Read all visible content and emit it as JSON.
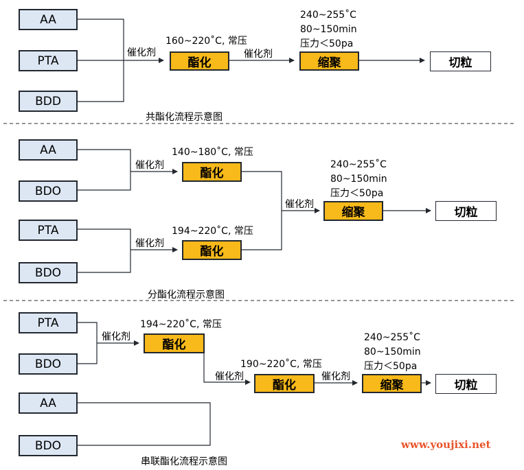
{
  "sections": [
    {
      "caption": "共酯化流程示意图",
      "inputs": [
        "AA",
        "PTA",
        "BDD"
      ],
      "catalyst": "催化剂",
      "ester": {
        "label": "酯化",
        "condition": "160~220˚C, 常压"
      },
      "catalyst2": "催化剂",
      "poly": {
        "label": "缩聚",
        "conditions": [
          "240~255˚C",
          "80~150min",
          "压力＜50pa"
        ]
      },
      "cut": "切粒"
    },
    {
      "caption": "分酯化流程示意图",
      "inputs": [
        "AA",
        "BDO",
        "PTA",
        "BDO"
      ],
      "catalyst_a": "催化剂",
      "ester_a": {
        "label": "酯化",
        "condition": "140~180˚C, 常压"
      },
      "catalyst_b": "催化剂",
      "ester_b": {
        "label": "酯化",
        "condition": "194~220˚C, 常压"
      },
      "catalyst_c": "催化剂",
      "poly": {
        "label": "缩聚",
        "conditions": [
          "240~255˚C",
          "80~150min",
          "压力＜50pa"
        ]
      },
      "cut": "切粒"
    },
    {
      "caption": "串联酯化流程示意图",
      "inputs": [
        "PTA",
        "BDO",
        "AA",
        "BDO"
      ],
      "catalyst_a": "催化剂",
      "ester_a": {
        "label": "酯化",
        "condition": "194~220˚C, 常压"
      },
      "catalyst_b": "催化剂",
      "ester_b": {
        "label": "酯化",
        "condition": "190~220˚C, 常压"
      },
      "catalyst_c": "催化剂",
      "poly": {
        "label": "缩聚",
        "conditions": [
          "240~255˚C",
          "80~150min",
          "压力＜50pa"
        ]
      },
      "cut": "切粒"
    }
  ],
  "watermark": "www.youjixi.net",
  "colors": {
    "raw_box": "#dde7f4",
    "process_box": "#f8b91a",
    "line": "#22272e",
    "watermark": "#e8542a"
  }
}
